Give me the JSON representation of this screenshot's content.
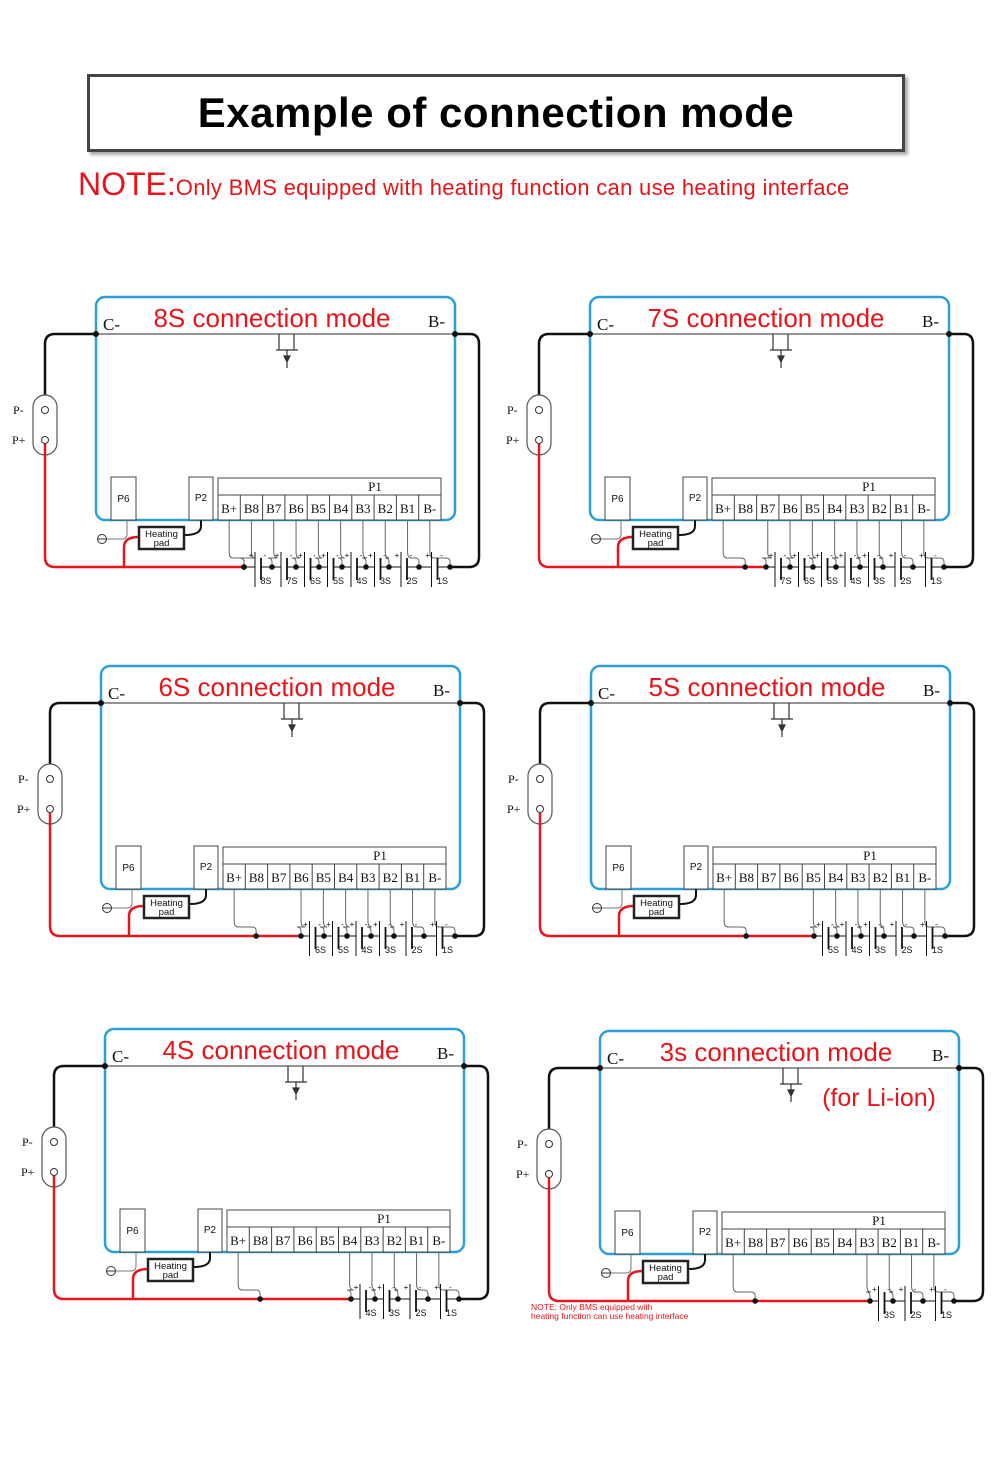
{
  "header": {
    "title": "Example of connection mode"
  },
  "note": {
    "label": "NOTE:",
    "text": "Only BMS equipped with heating function can use heating interface"
  },
  "labels": {
    "c_minus": "C-",
    "b_minus": "B-",
    "p_minus": "P-",
    "p_plus": "P+",
    "p6": "P6",
    "p2": "P2",
    "p1": "P1",
    "heating_line1": "Heating",
    "heating_line2": "pad",
    "plus": "+",
    "minus": "-",
    "p1_pins": [
      "B+",
      "B8",
      "B7",
      "B6",
      "B5",
      "B4",
      "B3",
      "B2",
      "B1",
      "B-"
    ]
  },
  "colors": {
    "board": "#2a9fd8",
    "title": "#e8141b",
    "positive_wire": "#e8141b",
    "negative_wire": "#111111"
  },
  "panels": [
    {
      "title": "8S connection mode",
      "cells": 8,
      "cell_labels": [
        "8S",
        "7S",
        "6S",
        "5S",
        "4S",
        "3S",
        "2S",
        "1S"
      ]
    },
    {
      "title": "7S connection mode",
      "cells": 7,
      "cell_labels": [
        "7S",
        "6S",
        "5S",
        "4S",
        "3S",
        "2S",
        "1S"
      ]
    },
    {
      "title": "6S connection mode",
      "cells": 6,
      "cell_labels": [
        "6S",
        "5S",
        "4S",
        "3S",
        "2S",
        "1S"
      ]
    },
    {
      "title": "5S connection mode",
      "cells": 5,
      "cell_labels": [
        "5S",
        "4S",
        "3S",
        "2S",
        "1S"
      ]
    },
    {
      "title": "4S connection mode",
      "cells": 4,
      "cell_labels": [
        "4S",
        "3S",
        "2S",
        "1S"
      ]
    },
    {
      "title": "3s connection mode",
      "cells": 3,
      "cell_labels": [
        "3S",
        "2S",
        "1S"
      ],
      "subtitle": "(for Li-ion)",
      "note_line1": "NOTE:  Only BMS equipped with",
      "note_line2": "heating function can use heating interface"
    }
  ]
}
